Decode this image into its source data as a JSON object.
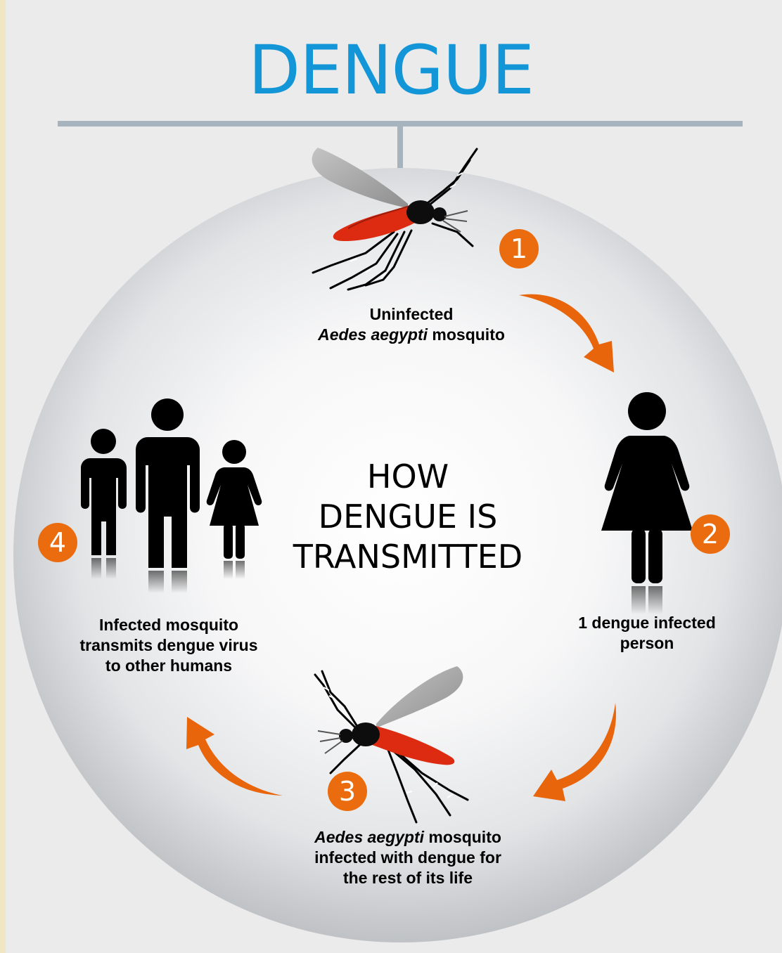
{
  "title": "DENGUE",
  "center_title": [
    "HOW",
    "DENGUE IS",
    "TRANSMITTED"
  ],
  "colors": {
    "title": "#1296d8",
    "badge": "#ea6c0e",
    "arrow": "#e8650c",
    "mosquito_body_infected": "#dd2b12",
    "background": "#ebebeb",
    "divider": "#a8b4bd"
  },
  "steps": [
    {
      "number": "1",
      "caption_plain": "Uninfected",
      "caption_italic": "Aedes aegypti",
      "caption_rest": " mosquito",
      "icon": "mosquito-icon"
    },
    {
      "number": "2",
      "caption_lines": [
        "1 dengue infected",
        "person"
      ],
      "icon": "woman-icon"
    },
    {
      "number": "3",
      "caption_italic": "Aedes aegypti",
      "caption_rest": " mosquito",
      "caption_lines": [
        "infected with dengue for",
        "the rest of its life"
      ],
      "icon": "mosquito-icon"
    },
    {
      "number": "4",
      "caption_lines": [
        "Infected mosquito",
        "transmits dengue virus",
        "to other humans"
      ],
      "icon": "family-icon"
    }
  ]
}
